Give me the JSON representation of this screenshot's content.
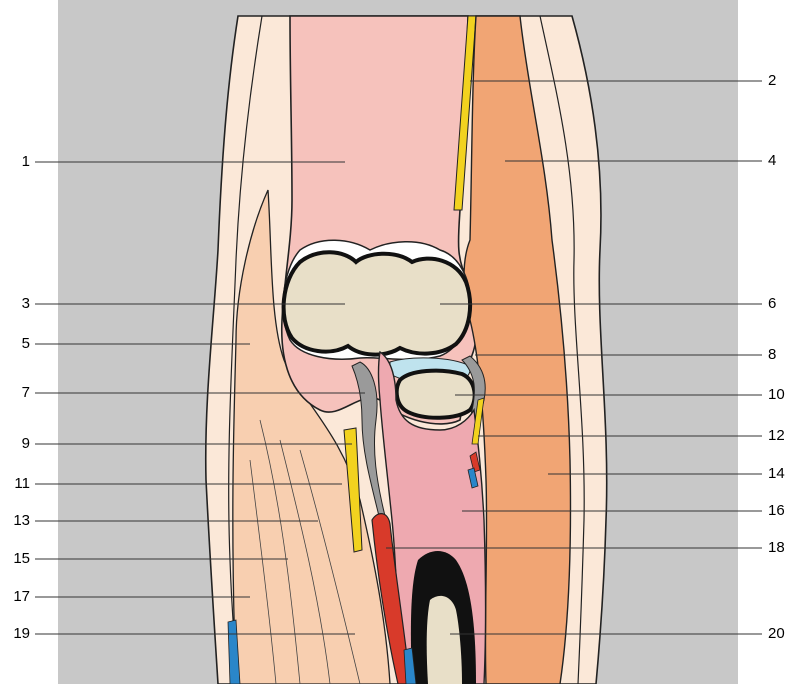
{
  "diagram": {
    "left_labels": [
      "1",
      "3",
      "5",
      "7",
      "9",
      "11",
      "13",
      "15",
      "17",
      "19"
    ],
    "right_labels": [
      "2",
      "4",
      "6",
      "8",
      "10",
      "12",
      "14",
      "16",
      "18",
      "20"
    ],
    "colors": {
      "background": "#c8c8c8",
      "skin": "#fbe8d8",
      "bone": "#f6c2bc",
      "cartilage": "#e8dfc8",
      "muscle_orange": "#f1a574",
      "muscle_pale": "#f8cfb0",
      "muscle_pink": "#eea9b0",
      "nerve": "#f2d21f",
      "artery": "#d83a2a",
      "vein": "#2a86c9",
      "fluid": "#bfe3ee",
      "dark": "#111111"
    }
  }
}
